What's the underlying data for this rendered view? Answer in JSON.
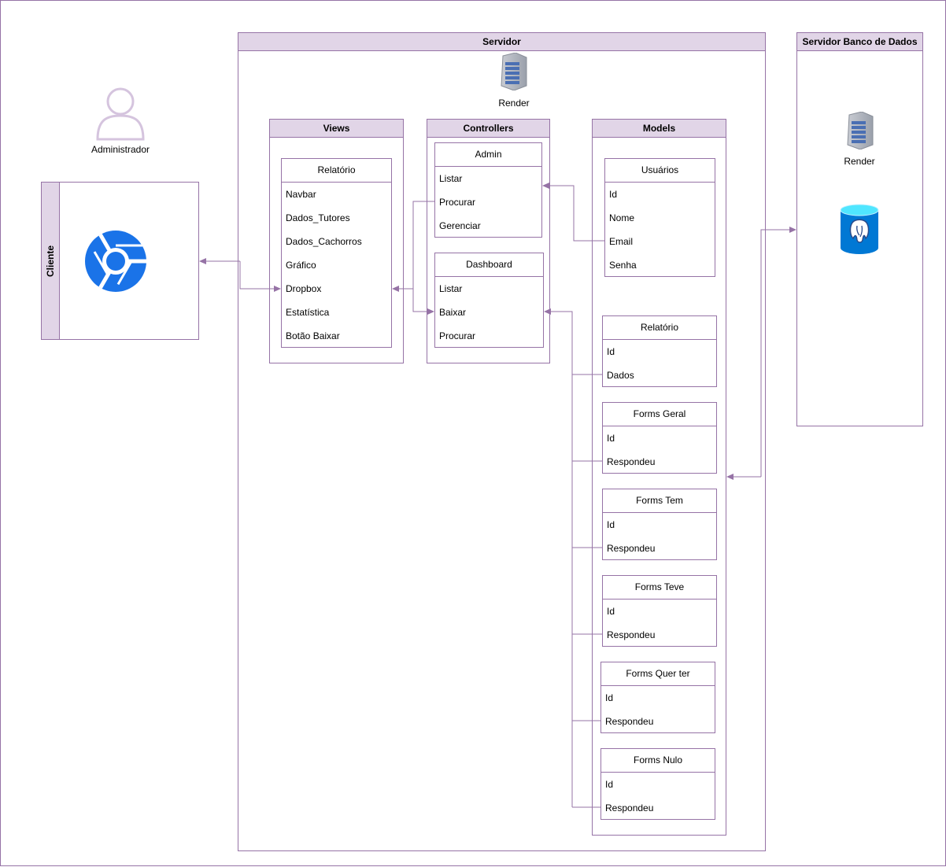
{
  "actor": {
    "label": "Administrador"
  },
  "cliente": {
    "label": "Cliente",
    "icon": "chrome-icon"
  },
  "servidor": {
    "title": "Servidor",
    "render_label": "Render",
    "views": {
      "title": "Views",
      "classes": [
        {
          "title": "Relatório",
          "rows": [
            "Navbar",
            "Dados_Tutores",
            "Dados_Cachorros",
            "Gráfico",
            "Dropbox",
            "Estatística",
            "Botão Baixar"
          ]
        }
      ]
    },
    "controllers": {
      "title": "Controllers",
      "classes": [
        {
          "title": "Admin",
          "rows": [
            "Listar",
            "Procurar",
            "Gerenciar"
          ]
        },
        {
          "title": "Dashboard",
          "rows": [
            "Listar",
            "Baixar",
            "Procurar"
          ]
        }
      ]
    },
    "models": {
      "title": "Models",
      "classes": [
        {
          "title": "Usuários",
          "rows": [
            "Id",
            "Nome",
            "Email",
            "Senha"
          ]
        },
        {
          "title": "Relatório",
          "rows": [
            "Id",
            "Dados"
          ]
        },
        {
          "title": "Forms Geral",
          "rows": [
            "Id",
            "Respondeu"
          ]
        },
        {
          "title": "Forms Tem",
          "rows": [
            "Id",
            "Respondeu"
          ]
        },
        {
          "title": "Forms Teve",
          "rows": [
            "Id",
            "Respondeu"
          ]
        },
        {
          "title": "Forms Quer ter",
          "rows": [
            "Id",
            "Respondeu"
          ]
        },
        {
          "title": "Forms Nulo",
          "rows": [
            "Id",
            "Respondeu"
          ]
        }
      ]
    }
  },
  "db_server": {
    "title": "Servidor Banco de Dados",
    "render_label": "Render",
    "db_icon": "postgresql-icon"
  },
  "colors": {
    "stroke": "#9673a6",
    "header_fill": "#e1d5e7",
    "chrome_blue": "#1a73e8",
    "db_blue": "#0078d4",
    "db_cyan": "#50e6ff"
  }
}
